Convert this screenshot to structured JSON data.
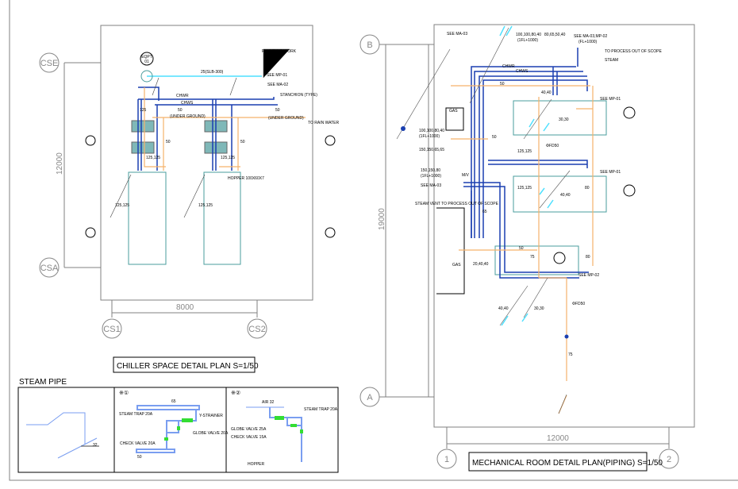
{
  "colors": {
    "pipe_blue": "#1a3fb0",
    "pipe_orange": "#f5b26b",
    "pipe_cyan": "#4fe0ff",
    "equipment_teal": "#4a9c9c",
    "frame_gray": "#808080",
    "valve_green": "#33dd33"
  },
  "chiller_plan": {
    "title": "CHILLER SPACE DETAIL PLAN S=1/50",
    "grid": {
      "top": "CSE",
      "bottom": "CSA",
      "left": "CS1",
      "right": "CS2"
    },
    "dim_vertical": "12000",
    "dim_horizontal": "8000",
    "labels": {
      "plumbing_work": "PLUMBING WORK",
      "see_mp01": "SEE MP-01",
      "see_ma02": "SEE MA-02",
      "stanchion": "STANCHION (TYPE)",
      "underground1": "(UNDER GROUND)",
      "underground2": "(UNDER GROUND)",
      "to_rain_water": "TO RAIN WATER",
      "hopper": "HOPPER 100X60X7",
      "size_25": "25(SLB-300)",
      "size_50a": "50",
      "size_50b": "50",
      "size_125": "125",
      "size_125_125a": "125,125",
      "size_125_125b": "125,125",
      "size_50c": "50",
      "size_50d": "50",
      "eqpt": "EQPT",
      "eqpt_no": "01",
      "chwr": "CHWR",
      "chws": "CHWS"
    }
  },
  "steam_pipe": {
    "heading": "STEAM PIPE",
    "detail1_mark": "※①",
    "detail2_mark": "※②",
    "d1": {
      "size_top": "65",
      "steam_trap": "STEAM TRAP 20A",
      "y_strainer": "Y-STRAINER",
      "globe_valve": "GLOBE VALVE 20A",
      "check_valve": "CHECK VALVE 20A",
      "size_bottom": "50"
    },
    "d2": {
      "air": "AIR 32",
      "steam_trap": "STEAM TRAP 20A",
      "globe_valve": "GLOBE VALVE 25A",
      "check_valve": "CHECK VALVE 15A",
      "hopper": "HOPPER"
    },
    "d0": {
      "size": "32"
    }
  },
  "mech_plan": {
    "title": "MECHANICAL ROOM DETAIL PLAN(PIPING) S=1/50",
    "grid": {
      "top": "B",
      "bottom": "A",
      "left": "1",
      "right": "2"
    },
    "dim_vertical": "19000",
    "dim_horizontal": "12000",
    "labels": {
      "see_ma03_top": "SEE MA-03",
      "size_top1": "100,100,80,40",
      "size_top1b": "(1FL+1000)",
      "size_top2": "80,65,50,40",
      "see_ma03_mp02": "SEE MA-03,MP-02",
      "fl1000": "(FL+1000)",
      "to_process": "TO PROCESS OUT OF SCOPE",
      "steam": "STEAM",
      "chwr1": "CHWR",
      "chws1": "CHWS",
      "gas": "GAS",
      "see_mp01a": "SEE MP-01",
      "see_mp01b": "SEE MP-01",
      "see_mp02": "SEE MP-02",
      "see_ma03_mid": "SEE MA-03",
      "size_mid1": "100,100,80,40",
      "size_mid1b": "(1FL+1000)",
      "size_mid2": "150,150,65,65",
      "size_mid3": "150,150,80",
      "size_mid3b": "(1FL+1000)",
      "steam_vent": "STEAM VENT TO PROCESS OUT OF SCOPE",
      "gas2": "GAS",
      "size_20_40": "20,40,40",
      "size_125_125a": "125,125",
      "size_125_125b": "125,125",
      "size_40_40a": "40,40",
      "size_40_40b": "40,40",
      "size_40_40c": "40,40",
      "size_30_30a": "30,30",
      "size_30_30b": "30,30",
      "size_50a": "50",
      "size_50b": "50",
      "size_50c": "50",
      "size_75": "75",
      "size_80": "80",
      "size_65": "65",
      "size_75b": "75",
      "size_80b": "80",
      "ofdo": "ΦFD50",
      "fd": "ΦFD50",
      "mv": "M/V"
    }
  }
}
